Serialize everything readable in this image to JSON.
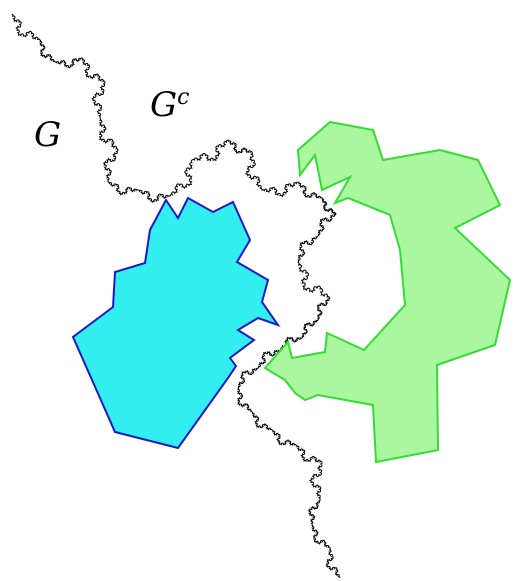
{
  "labels": {
    "g": "G",
    "gc_base": "G",
    "gc_sup": "c"
  },
  "colors": {
    "curve": "#000000",
    "cyan_fill": "#33eeee",
    "cyan_stroke": "#1a1acc",
    "green_fill": "#aaf7a0",
    "green_stroke": "#33dd33",
    "background": "#ffffff"
  },
  "shapes": [
    {
      "name": "fractal-boundary-curve",
      "kind": "koch-curve"
    },
    {
      "name": "cyan-polygon",
      "kind": "polygon"
    },
    {
      "name": "green-polygon",
      "kind": "polygon"
    }
  ]
}
